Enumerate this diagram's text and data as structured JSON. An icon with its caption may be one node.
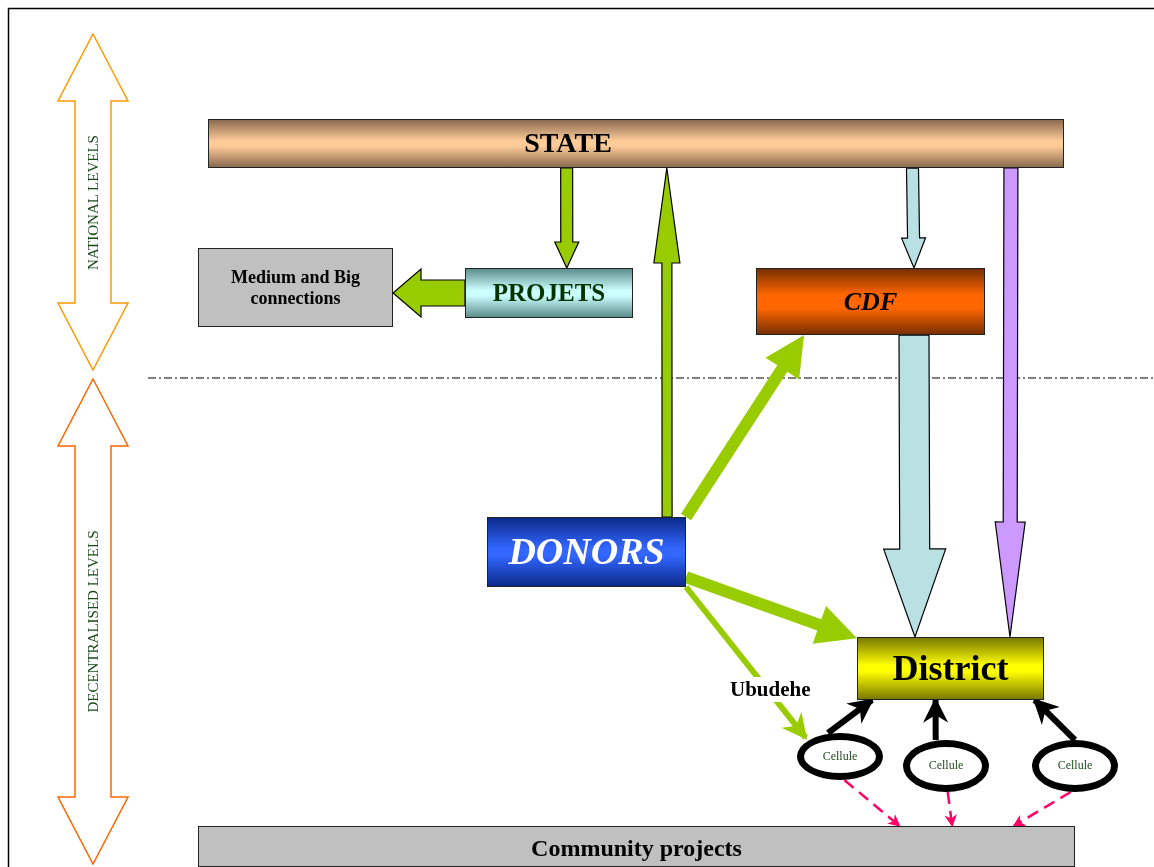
{
  "diagram": {
    "nodes": [
      {
        "text": [
          "NATIONAL LEVELS"
        ]
      },
      {
        "text": [
          "DECENTRALISED LEVELS"
        ]
      },
      {
        "text": [
          "STATE"
        ]
      },
      {
        "text": [
          "Medium and Big connections"
        ]
      },
      {
        "text": [
          "PROJETS"
        ]
      },
      {
        "text": [
          "CDF"
        ]
      },
      {
        "text": [
          "DONORS"
        ]
      },
      {
        "text": [
          "District"
        ]
      },
      {
        "text": [
          "Cellule"
        ]
      },
      {
        "text": [
          "Cellule"
        ]
      },
      {
        "text": [
          "Cellule"
        ]
      },
      {
        "text": [
          "Community projects"
        ]
      }
    ],
    "edges": [
      {
        "from": 2,
        "to": 4,
        "arrow": "to",
        "style": "thick"
      },
      {
        "from": 4,
        "to": 3,
        "arrow": "to",
        "style": "thick"
      },
      {
        "from": 6,
        "to": 2,
        "arrow": "to",
        "style": "thick"
      },
      {
        "from": 2,
        "to": 5,
        "arrow": "to",
        "style": "thick",
        "color": "#b9e0e3"
      },
      {
        "from": 5,
        "to": 7,
        "arrow": "to",
        "style": "thick",
        "color": "#b9e0e3"
      },
      {
        "from": 2,
        "to": 7,
        "arrow": "to",
        "style": "thick",
        "color": "#cc99ff"
      },
      {
        "from": 6,
        "to": 5,
        "arrow": "to",
        "style": "thick"
      },
      {
        "from": 6,
        "to": 7,
        "arrow": "to",
        "style": "thick"
      },
      {
        "from": 6,
        "to": 8,
        "arrow": "to",
        "label": "Ubudehe",
        "color": "#99cc00"
      },
      {
        "from": 8,
        "to": 7,
        "arrow": "to",
        "color": "#000000"
      },
      {
        "from": 9,
        "to": 7,
        "arrow": "to",
        "color": "#000000"
      },
      {
        "from": 10,
        "to": 7,
        "arrow": "to",
        "color": "#000000"
      },
      {
        "from": 8,
        "to": 11,
        "arrow": "to",
        "style": "dashed",
        "color": "#ff0066"
      },
      {
        "from": 9,
        "to": 11,
        "arrow": "to",
        "style": "dashed",
        "color": "#ff0066"
      },
      {
        "from": 10,
        "to": 11,
        "arrow": "to",
        "style": "dashed",
        "color": "#ff0066"
      }
    ]
  }
}
